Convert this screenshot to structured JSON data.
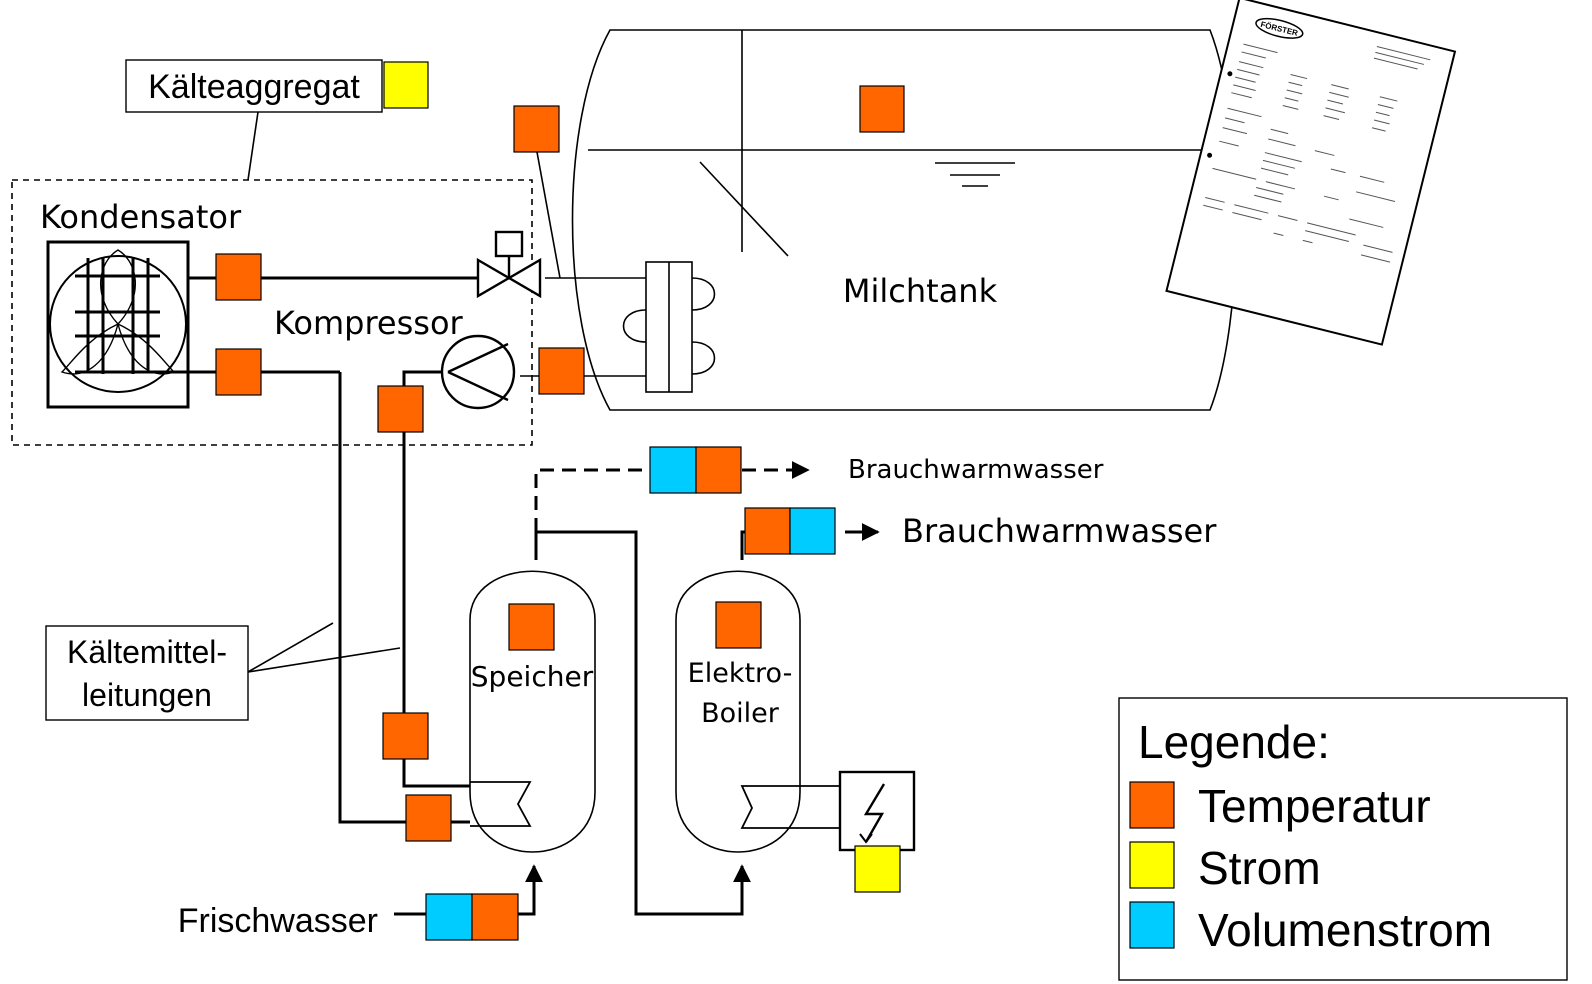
{
  "colors": {
    "temperature": "#FF6600",
    "current": "#FFFF00",
    "flow": "#00CCFF"
  },
  "labels": {
    "kaelteaggregat": "Kälteaggregat",
    "kondensator": "Kondensator",
    "kompressor": "Kompressor",
    "milchtank": "Milchtank",
    "brauchwarmwasser_1": "Brauchwarmwasser",
    "brauchwarmwasser_2": "Brauchwarmwasser",
    "speicher": "Speicher",
    "elektro_boiler_1": "Elektro-",
    "elektro_boiler_2": "Boiler",
    "kaeltemittel_1": "Kältemittel-",
    "kaeltemittel_2": "leitungen",
    "frischwasser": "Frischwasser"
  },
  "legend": {
    "title": "Legende:",
    "items": [
      {
        "label": "Temperatur",
        "color": "#FF6600"
      },
      {
        "label": "Strom",
        "color": "#FFFF00"
      },
      {
        "label": "Volumenstrom",
        "color": "#00CCFF"
      }
    ]
  },
  "document_image": {
    "logo_text": "FÖRSTER"
  }
}
